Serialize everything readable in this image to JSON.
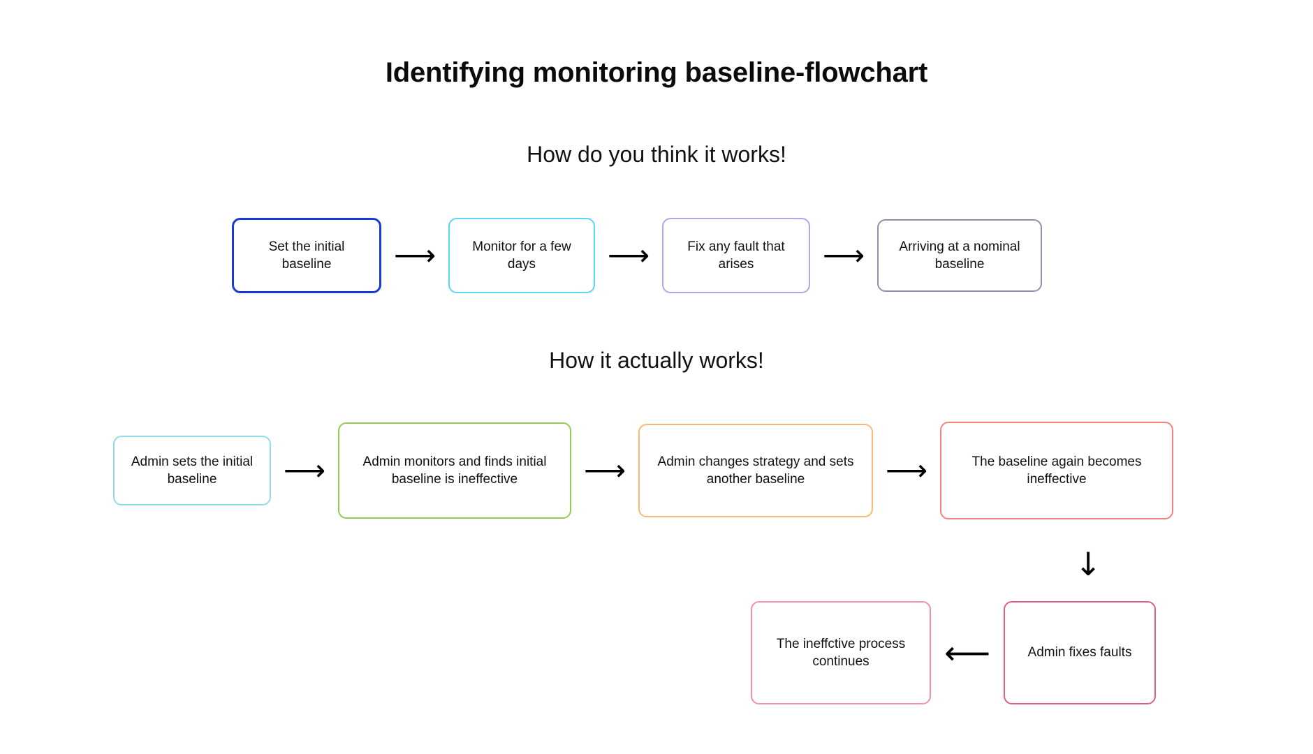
{
  "title": "Identifying monitoring baseline-flowchart",
  "sections": [
    {
      "id": "expected",
      "heading": "How do you think it works!",
      "nodes": [
        {
          "label": "Set the initial baseline",
          "color": "#1939d8"
        },
        {
          "label": "Monitor for a few days",
          "color": "#5bd4f5"
        },
        {
          "label": "Fix any fault that arises",
          "color": "#b9a3e3"
        },
        {
          "label": "Arriving at a nominal baseline",
          "color": "#8f8fa8"
        }
      ],
      "connectors": [
        "arrow-right",
        "arrow-right",
        "arrow-right"
      ]
    },
    {
      "id": "actual",
      "heading": "How it actually works!",
      "nodes": [
        {
          "label": "Admin sets the initial baseline",
          "color": "#8fdce6"
        },
        {
          "label": "Admin monitors and finds initial baseline is ineffective",
          "color": "#93cc4f"
        },
        {
          "label": "Admin changes strategy and sets another baseline",
          "color": "#f8b977"
        },
        {
          "label": "The baseline again becomes ineffective",
          "color": "#f4827a"
        }
      ],
      "connectors": [
        "arrow-right",
        "arrow-right",
        "arrow-right"
      ]
    },
    {
      "id": "loop",
      "heading": "",
      "nodes": [
        {
          "label": "The ineffctive process continues",
          "color": "#f08fae"
        },
        {
          "label": "Admin fixes faults",
          "color": "#e05d84"
        }
      ],
      "connectors": [
        "arrow-left"
      ]
    }
  ],
  "glyphs": {
    "arrow_right": "⟶",
    "arrow_left": "⟵",
    "arrow_down": "↓"
  }
}
